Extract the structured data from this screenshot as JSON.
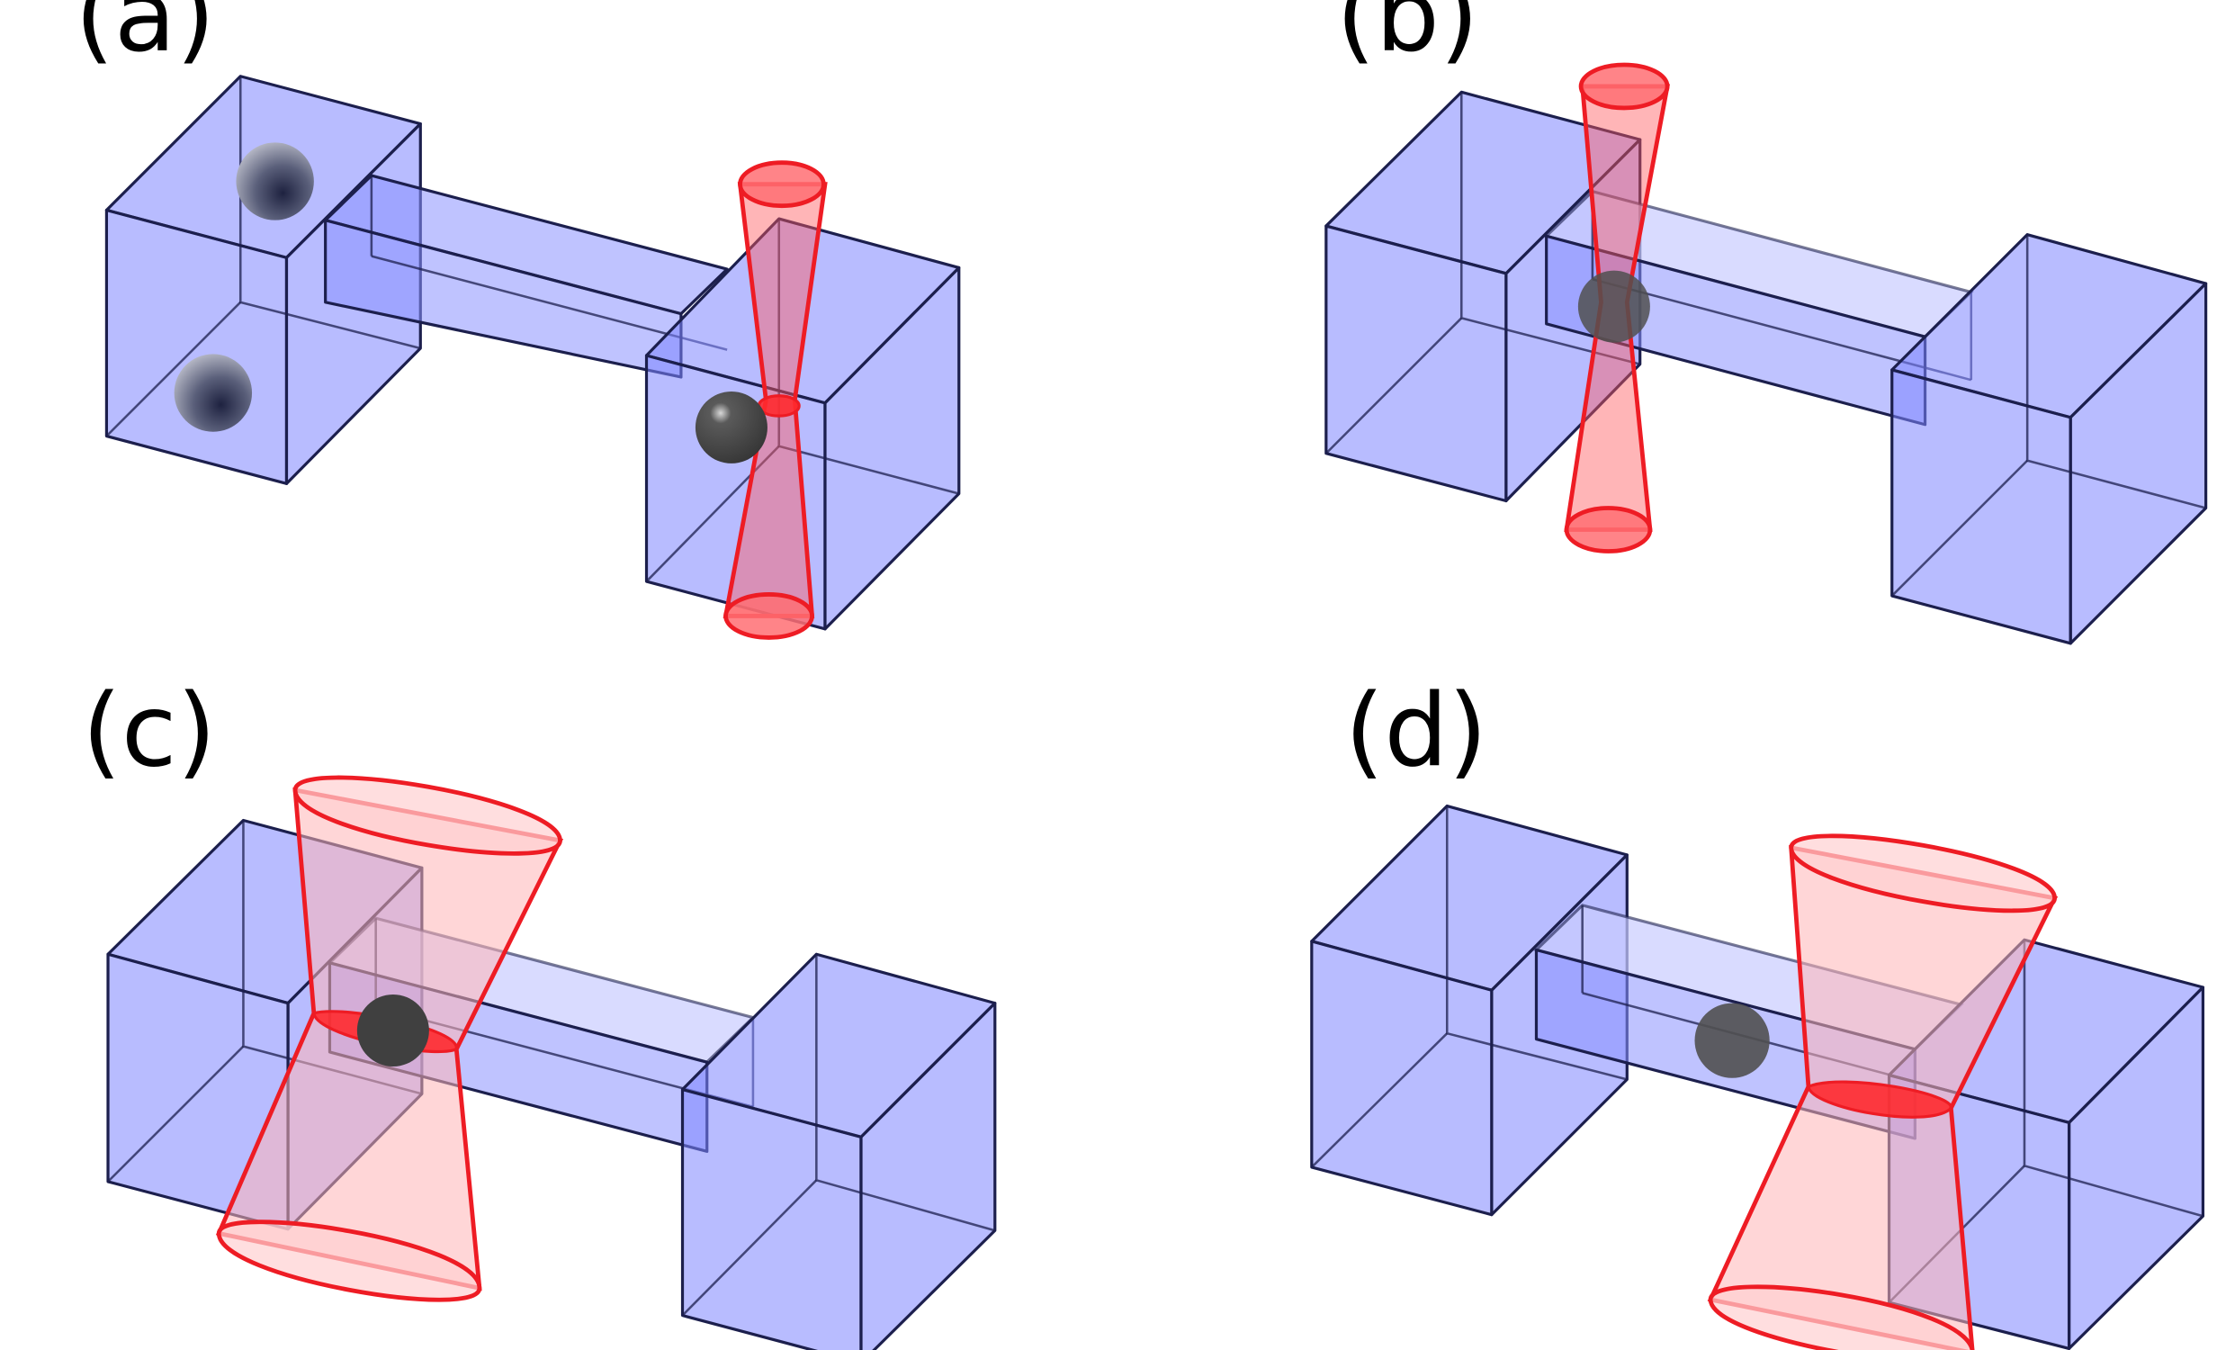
{
  "panels": [
    {
      "id": "a",
      "label": "(a)"
    },
    {
      "id": "b",
      "label": "(b)"
    },
    {
      "id": "c",
      "label": "(c)"
    },
    {
      "id": "d",
      "label": "(d)"
    }
  ],
  "colors": {
    "box": "#7d85ff",
    "box_edge": "#1c1f4d",
    "beam": "#ee1c24",
    "beam_fill": "#ff5a60",
    "particle": "#4a4a4a"
  }
}
